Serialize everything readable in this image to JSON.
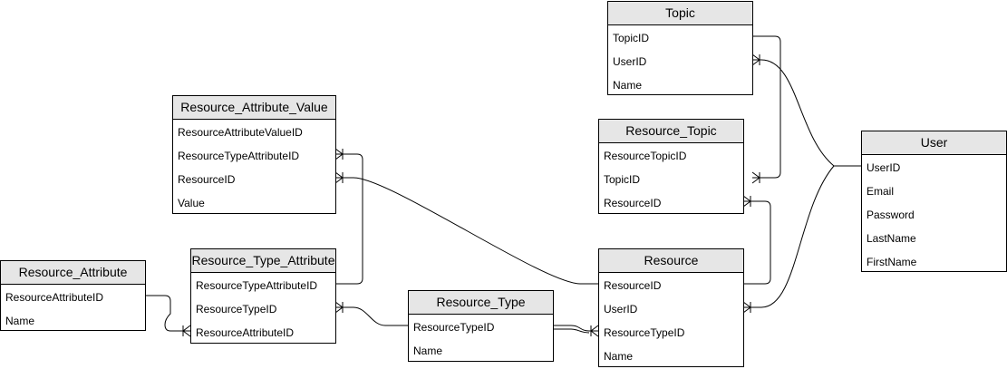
{
  "entities": {
    "topic": {
      "title": "Topic",
      "fields": [
        "TopicID",
        "UserID",
        "Name"
      ]
    },
    "user": {
      "title": "User",
      "fields": [
        "UserID",
        "Email",
        "Password",
        "LastName",
        "FirstName"
      ]
    },
    "resource_topic": {
      "title": "Resource_Topic",
      "fields": [
        "ResourceTopicID",
        "TopicID",
        "ResourceID"
      ]
    },
    "resource_attribute_value": {
      "title": "Resource_Attribute_Value",
      "fields": [
        "ResourceAttributeValueID",
        "ResourceTypeAttributeID",
        "ResourceID",
        "Value"
      ]
    },
    "resource_attribute": {
      "title": "Resource_Attribute",
      "fields": [
        "ResourceAttributeID",
        "Name"
      ]
    },
    "resource_type_attribute": {
      "title": "Resource_Type_Attribute",
      "fields": [
        "ResourceTypeAttributeID",
        "ResourceTypeID",
        "ResourceAttributeID"
      ]
    },
    "resource_type": {
      "title": "Resource_Type",
      "fields": [
        "ResourceTypeID",
        "Name"
      ]
    },
    "resource": {
      "title": "Resource",
      "fields": [
        "ResourceID",
        "UserID",
        "ResourceTypeID",
        "Name"
      ]
    }
  },
  "relationships": [
    {
      "from": "topic.TopicID",
      "to": "resource_topic.TopicID",
      "cardinality": "one-to-many"
    },
    {
      "from": "user.UserID",
      "to": "topic.UserID",
      "cardinality": "one-to-many"
    },
    {
      "from": "user.UserID",
      "to": "resource.UserID",
      "cardinality": "one-to-many"
    },
    {
      "from": "resource.ResourceID",
      "to": "resource_topic.ResourceID",
      "cardinality": "one-to-many"
    },
    {
      "from": "resource.ResourceID",
      "to": "resource_attribute_value.ResourceID",
      "cardinality": "one-to-many"
    },
    {
      "from": "resource_type_attribute.ResourceTypeAttributeID",
      "to": "resource_attribute_value.ResourceTypeAttributeID",
      "cardinality": "one-to-many"
    },
    {
      "from": "resource_type.ResourceTypeID",
      "to": "resource_type_attribute.ResourceTypeID",
      "cardinality": "one-to-many"
    },
    {
      "from": "resource_type.ResourceTypeID",
      "to": "resource.ResourceTypeID",
      "cardinality": "one-to-many"
    },
    {
      "from": "resource_attribute.ResourceAttributeID",
      "to": "resource_type_attribute.ResourceAttributeID",
      "cardinality": "one-to-many"
    }
  ]
}
